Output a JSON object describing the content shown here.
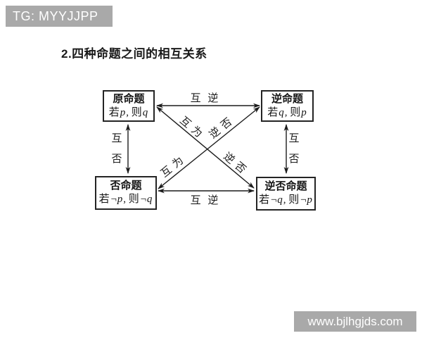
{
  "watermark_top": {
    "text": "TG: MYYJJPP"
  },
  "page_title": "2.四种命题之间的相互关系",
  "diagram": {
    "boxes": [
      {
        "title": "原命题",
        "parts": [
          "若",
          "p",
          ", 则",
          "q"
        ]
      },
      {
        "title": "逆命题",
        "parts": [
          "若",
          "q",
          ", 则",
          "p"
        ]
      },
      {
        "title": "否命题",
        "parts": [
          "若",
          "¬p",
          ", 则",
          "¬q"
        ]
      },
      {
        "title": "逆否命题",
        "parts": [
          "若",
          "¬q",
          ", 则",
          "¬p"
        ]
      }
    ],
    "labels": {
      "top_horizontal": "互 逆",
      "bottom_horizontal": "互 逆",
      "left_vertical_char1": "互",
      "left_vertical_char2": "否",
      "right_vertical_char1": "互",
      "right_vertical_char2": "否",
      "diag_upper_left": "互为",
      "diag_upper_right": "逆否",
      "diag_lower_left": "互为",
      "diag_lower_right": "逆否"
    }
  },
  "watermark_bottom": {
    "text": "www.bjlhgjds.com"
  },
  "colors": {
    "watermark_bg": "#a9a9a9",
    "watermark_text": "#ffffff",
    "diagram_line": "#1c1c1c",
    "text": "#1a1a1a",
    "background": "#ffffff"
  }
}
